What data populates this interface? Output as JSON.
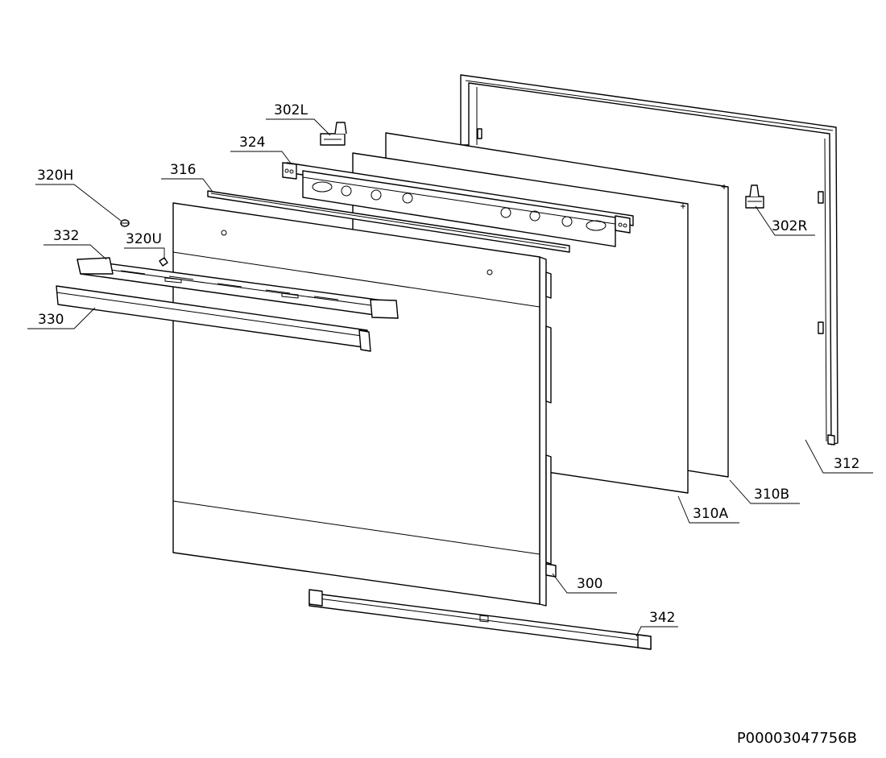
{
  "diagram": {
    "labels": {
      "l302L": "302L",
      "l324": "324",
      "l316": "316",
      "l320H": "320H",
      "l332": "332",
      "l320U": "320U",
      "l330": "330",
      "l302R": "302R",
      "l312": "312",
      "l310B": "310B",
      "l310A": "310A",
      "l300": "300",
      "l342": "342"
    },
    "document_id": "P00003047756B"
  }
}
